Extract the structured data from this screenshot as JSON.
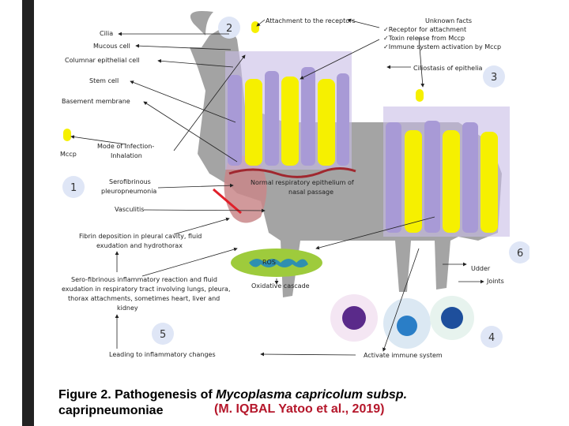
{
  "labels": {
    "cilia": "Cilia",
    "mucous_cell": "Mucous cell",
    "columnar": "Columnar epithelial cell",
    "stem": "Stem cell",
    "basement": "Basement membrane",
    "mccp": "Mccp",
    "mode1": "Mode of infection-",
    "mode2": "Inhalation",
    "sero1": "Serofibrinous",
    "sero2": "pleuropneumonia",
    "vasculitis": "Vasculitis",
    "normal1": "Normal respiratory epithelium of",
    "normal2": "nasal passage",
    "attach": "Attachment to the receptors",
    "unknown_title": "Unknown facts",
    "unknown": [
      "✓Receptor for attachment",
      "✓Toxin release from Mccp",
      "✓Immune system activation by Mccp"
    ],
    "ciliostasis": "Ciliostasis of epithelia",
    "fibrin1": "Fibrin deposition in pleural cavity, fluid",
    "fibrin2": "exudation and hydrothorax",
    "ros": "ROS",
    "oxidative": "Oxidative cascade",
    "sero_infl": [
      "Sero-fibrinous inflammatory reaction and fluid",
      "exudation in respiratory tract involving lungs, pleura,",
      "thorax attachments, sometimes heart, liver and",
      "kidney"
    ],
    "udder": "Udder",
    "joints": "Joints",
    "leading": "Leading to inflammatory changes",
    "activate": "Activate immune system",
    "n1": "1",
    "n2": "2",
    "n3": "3",
    "n4": "4",
    "n5": "5",
    "n6": "6"
  },
  "caption": {
    "prefix": "Figure 2. Pathogenesis of ",
    "species": "Mycoplasma capricolum subsp.",
    "line2": "capripneumoniae",
    "citation": "(M. IQBAL Yatoo et al., 2019)"
  },
  "colors": {
    "accent": "#b5172b",
    "cell_yellow": "#f6f000",
    "cell_purple": "#a89ad6",
    "circle_blue": "#dfe6f6"
  }
}
